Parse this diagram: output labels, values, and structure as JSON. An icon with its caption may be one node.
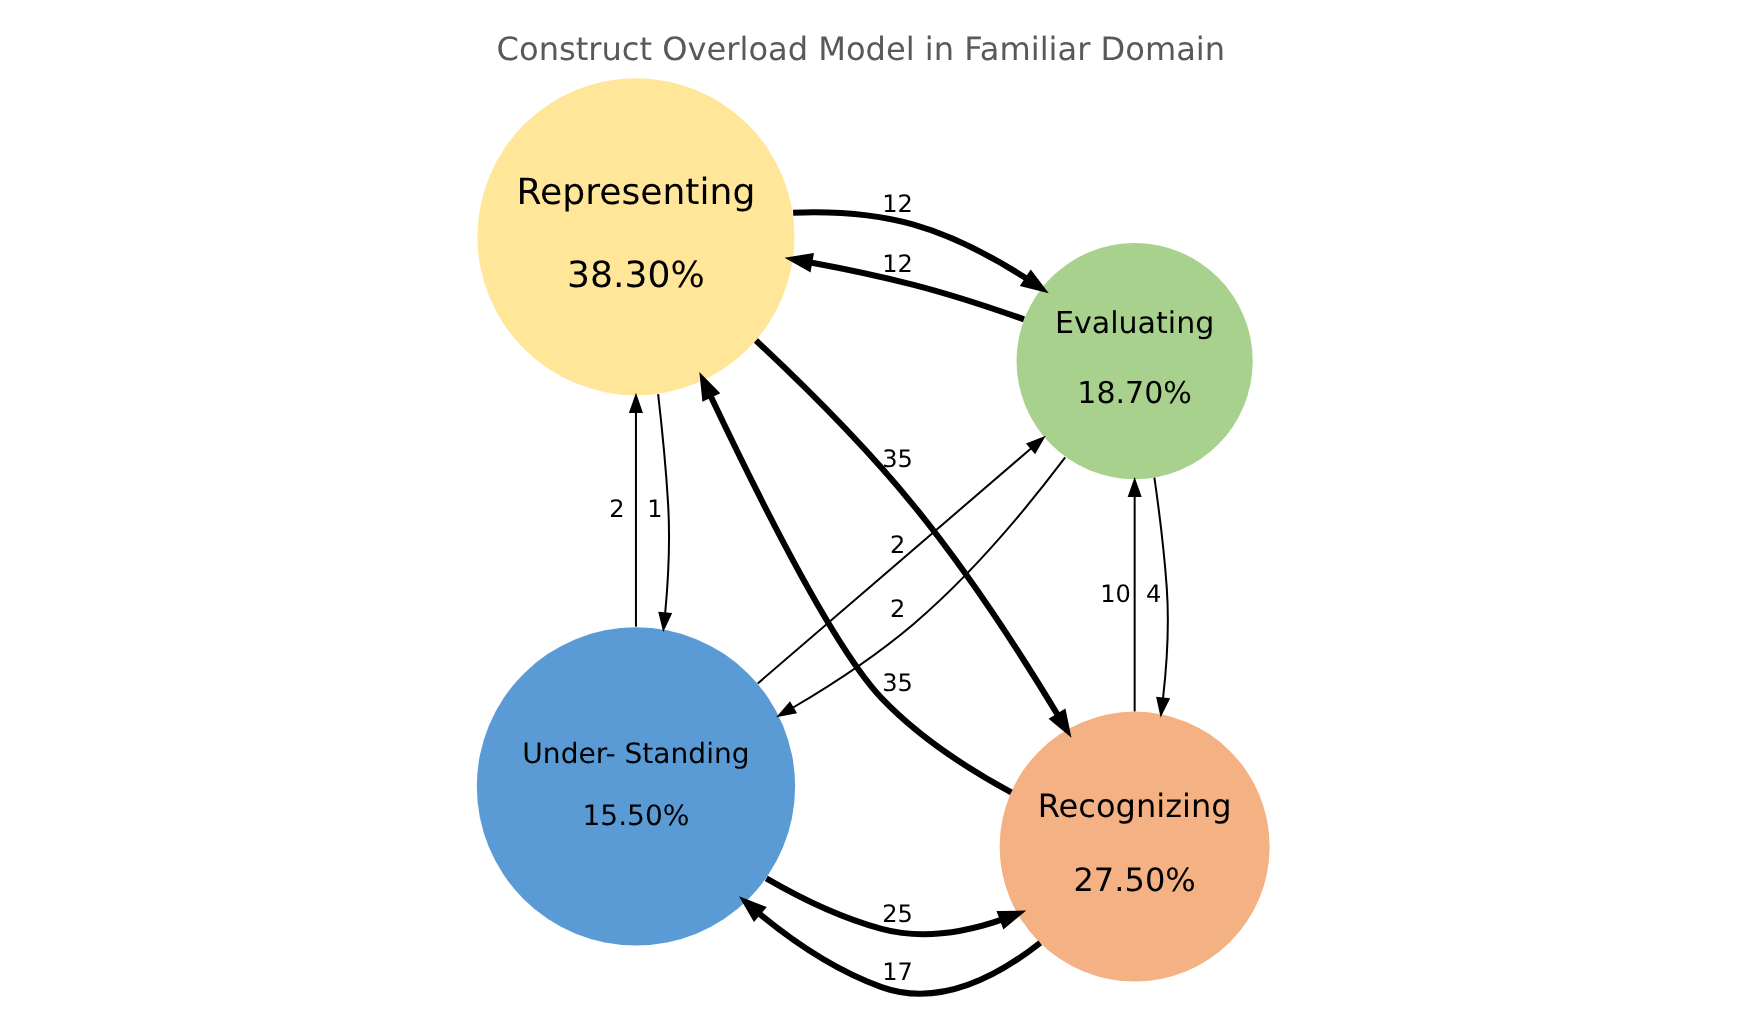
{
  "diagram": {
    "title": "Construct Overload Model in Familiar Domain",
    "nodes": [
      {
        "text": [
          "Under- Standing",
          "15.50%"
        ]
      },
      {
        "text": [
          "Recognizing",
          "27.50%"
        ]
      },
      {
        "text": [
          "Representing",
          "38.30%"
        ]
      },
      {
        "text": [
          "Evaluating",
          "18.70%"
        ]
      }
    ],
    "edges": [
      {
        "from": 0,
        "to": 1,
        "arrow": "to",
        "label": "25",
        "style": "thick"
      },
      {
        "from": 1,
        "to": 0,
        "arrow": "to",
        "label": "17",
        "style": "thick"
      },
      {
        "from": 0,
        "to": 2,
        "arrow": "to",
        "label": "2"
      },
      {
        "from": 2,
        "to": 0,
        "arrow": "to",
        "label": "1"
      },
      {
        "from": 1,
        "to": 2,
        "arrow": "to",
        "label": "35",
        "style": "thick"
      },
      {
        "from": 2,
        "to": 1,
        "arrow": "to",
        "label": "35",
        "style": "thick"
      },
      {
        "from": 1,
        "to": 3,
        "arrow": "to",
        "label": "10"
      },
      {
        "from": 3,
        "to": 1,
        "arrow": "to",
        "label": "4"
      },
      {
        "from": 3,
        "to": 2,
        "arrow": "to",
        "label": "12",
        "style": "thick"
      },
      {
        "from": 2,
        "to": 3,
        "arrow": "to",
        "label": "12",
        "style": "thick"
      },
      {
        "from": 0,
        "to": 3,
        "arrow": "to",
        "label": "2"
      },
      {
        "from": 3,
        "to": 0,
        "arrow": "to",
        "label": "2"
      }
    ]
  }
}
